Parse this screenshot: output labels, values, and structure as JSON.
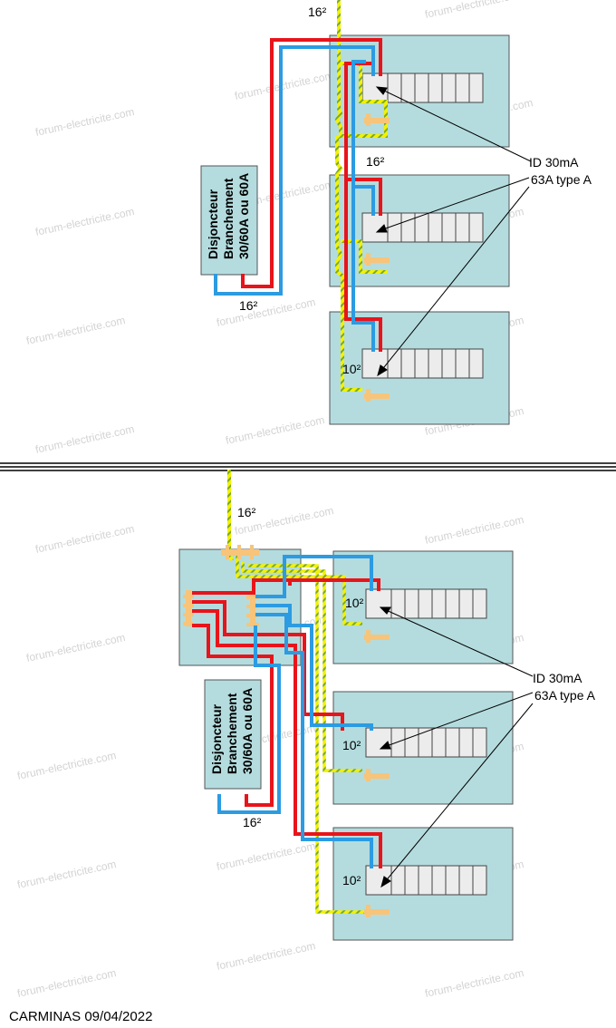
{
  "colors": {
    "panel_fill": "#b4dcde",
    "panel_border": "#555555",
    "breaker_fill": "#ececec",
    "phase_wire": "#e8141b",
    "neutral_wire": "#2c9be2",
    "earth_wire_yellow": "#f2f200",
    "earth_wire_green": "#7aa82c",
    "earth_terminal": "#f7c47a",
    "watermark": "#d3d3d3"
  },
  "icons": {
    "breaker_module": "rectangle-module",
    "earth_terminal": "earth-bar-icon",
    "arrow": "pointer-arrow"
  },
  "watermark_text": "forum-electricite.com",
  "top": {
    "main_breaker": {
      "line1": "Disjoncteur",
      "line2": "Branchement",
      "line3": "30/60A ou 60A"
    },
    "labels": {
      "earth_section": "16²",
      "feed_section_between_panels": "16²",
      "feed_section_from_breaker": "16²",
      "last_panel_section": "10²",
      "rcd_line1": "ID 30mA",
      "rcd_line2": "63A type A"
    }
  },
  "bottom": {
    "main_breaker": {
      "line1": "Disjoncteur",
      "line2": "Branchement",
      "line3": "30/60A ou 60A"
    },
    "labels": {
      "earth_section": "16²",
      "feed_section_from_breaker": "16²",
      "panel1_section": "10²",
      "panel2_section": "10²",
      "panel3_section": "10²",
      "rcd_line1": "ID 30mA",
      "rcd_line2": "63A type A"
    }
  },
  "footer": {
    "credit": "CARMINAS 09/04/2022"
  }
}
